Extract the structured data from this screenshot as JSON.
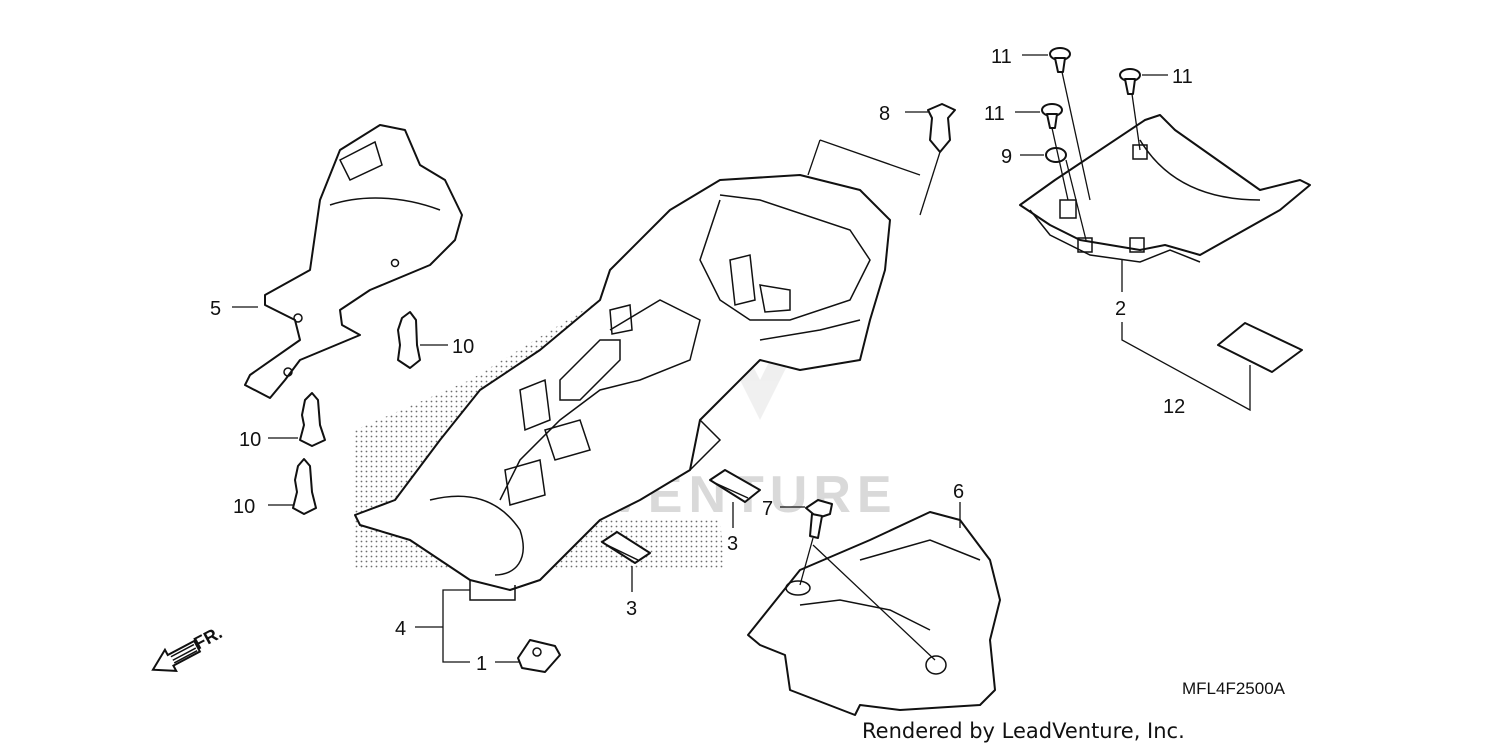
{
  "diagram": {
    "code": "MFL4F2500A",
    "credit": "Rendered by LeadVenture, Inc.",
    "watermark": "ADVENTURE",
    "direction_label": "FR.",
    "labels": {
      "p1": "1",
      "p2": "2",
      "p3a": "3",
      "p3b": "3",
      "p4": "4",
      "p5": "5",
      "p6": "6",
      "p7": "7",
      "p8": "8",
      "p9": "9",
      "p10a": "10",
      "p10b": "10",
      "p10c": "10",
      "p11a": "11",
      "p11b": "11",
      "p11c": "11",
      "p12": "12"
    }
  }
}
